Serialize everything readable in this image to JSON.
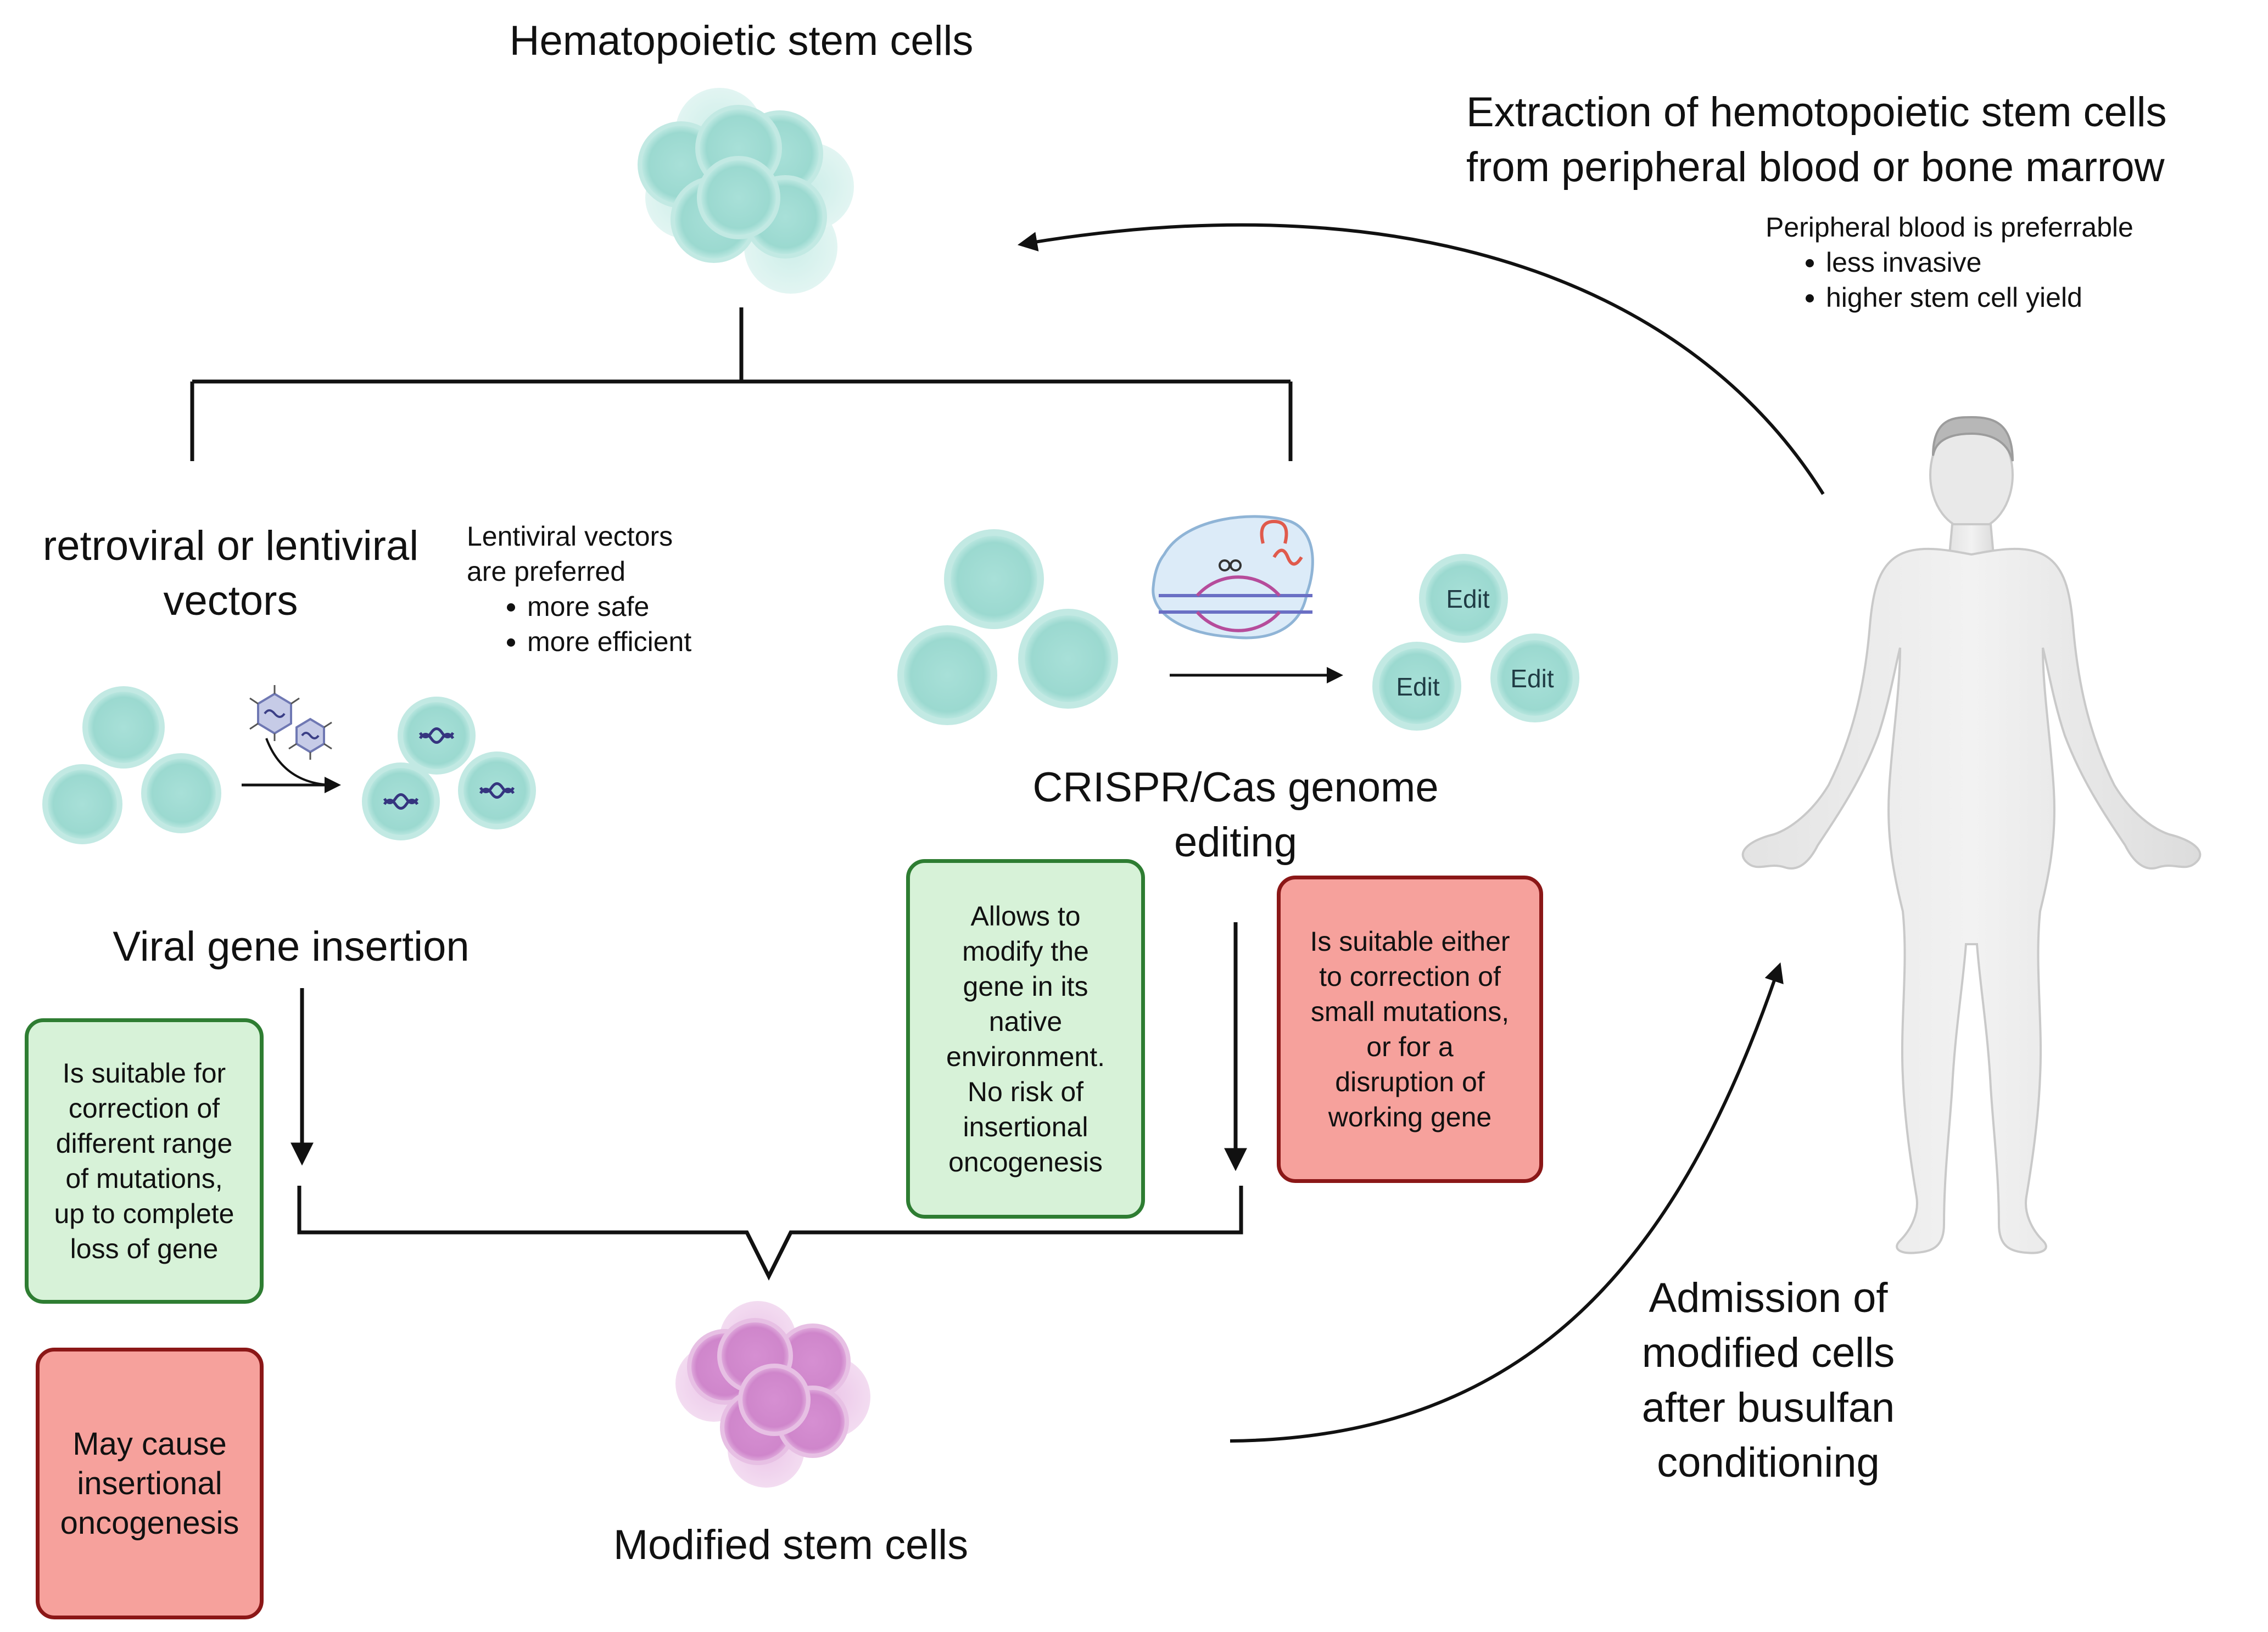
{
  "title_top": "Hematopoietic stem cells",
  "extraction": {
    "title_line1": "Extraction of hemotopoietic stem cells",
    "title_line2": "from peripheral blood or bone marrow",
    "note": "Peripheral blood is preferrable",
    "bullets": [
      "less invasive",
      "higher stem cell yield"
    ]
  },
  "viral": {
    "heading_line1": "retroviral or lentiviral",
    "heading_line2": "vectors",
    "note_line1": "Lentiviral vectors",
    "note_line2": "are preferred",
    "bullets": [
      "more safe",
      "more efficient"
    ],
    "label": "Viral gene insertion",
    "pro_box": "Is suitable for\ncorrection of\ndifferent range\nof mutations,\nup to complete\nloss of gene",
    "con_box": "May cause\ninsertional\noncogenesis"
  },
  "crispr": {
    "label_line1": "CRISPR/Cas genome",
    "label_line2": "editing",
    "pro_box": "Allows to\nmodify the\ngene in its\nnative\nenvironment.\nNo risk of\ninsertional\noncogenesis",
    "con_box": "Is suitable either\nto correction of\nsmall mutations,\nor for a\ndisruption of\nworking gene",
    "edit_label": "Edit"
  },
  "modified_label": "Modified stem cells",
  "admission": {
    "line1": "Admission of",
    "line2": "modified cells",
    "line3": "after busulfan",
    "line4": "conditioning"
  },
  "colors": {
    "stem_cell": "#9fdcd4",
    "stem_cell_outline": "#5fb8ad",
    "modified_cell": "#d58bd0",
    "modified_cell_outline": "#b466ae",
    "pro_fill": "#d7f2d8",
    "pro_border": "#2e7d32",
    "con_fill": "#f6a19c",
    "con_border": "#8b1717"
  },
  "icons": [
    "human-figure-icon",
    "virus-icon",
    "crispr-plasmid-icon",
    "dna-icon"
  ]
}
